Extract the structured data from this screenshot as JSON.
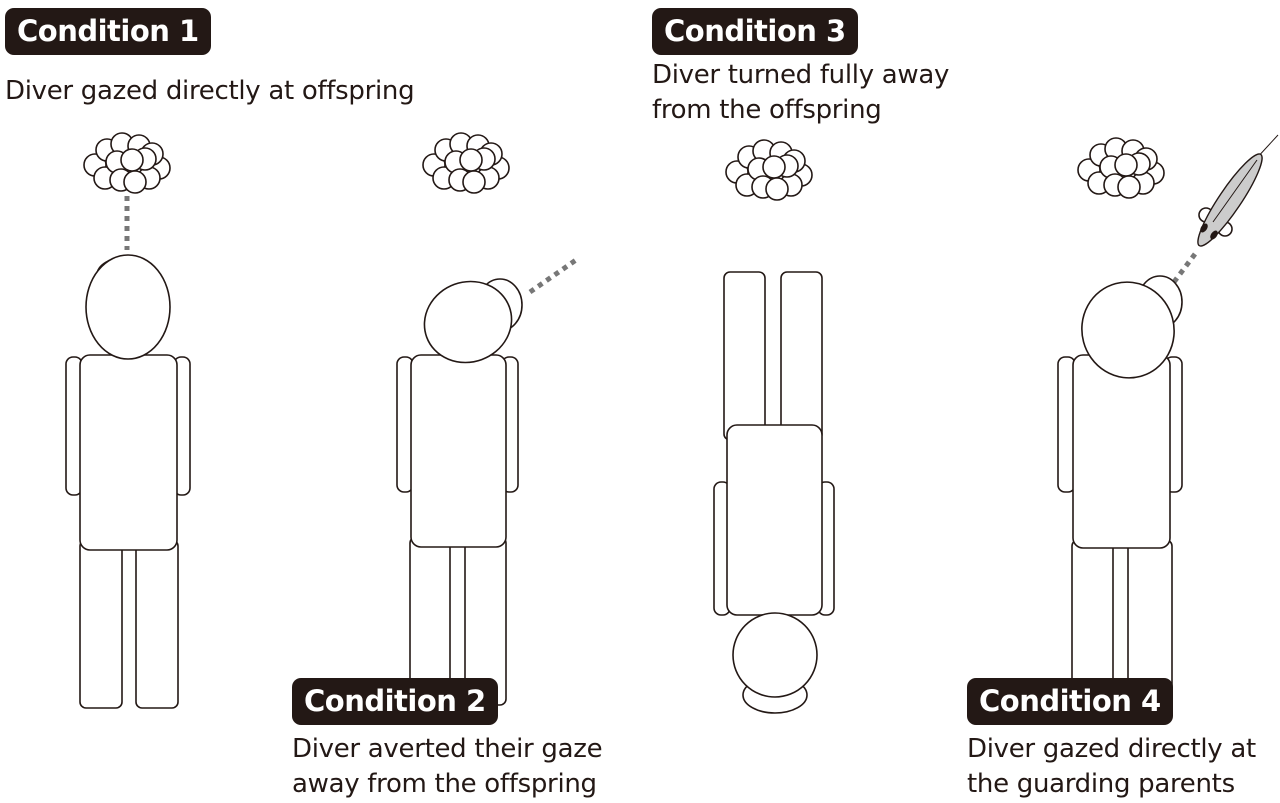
{
  "conditions": [
    {
      "label": "Condition 1",
      "desc": [
        "Diver gazed directly at offspring"
      ]
    },
    {
      "label": "Condition 2",
      "desc": [
        "Diver averted their gaze",
        "away from the offspring"
      ]
    },
    {
      "label": "Condition 3",
      "desc": [
        "Diver turned fully away",
        "from the offspring"
      ]
    },
    {
      "label": "Condition 4",
      "desc": [
        "Diver gazed directly at",
        "the guarding parents"
      ]
    }
  ],
  "colors": {
    "badge": "#231815",
    "gaze_line": "#777777",
    "fish": "#cccccc"
  }
}
